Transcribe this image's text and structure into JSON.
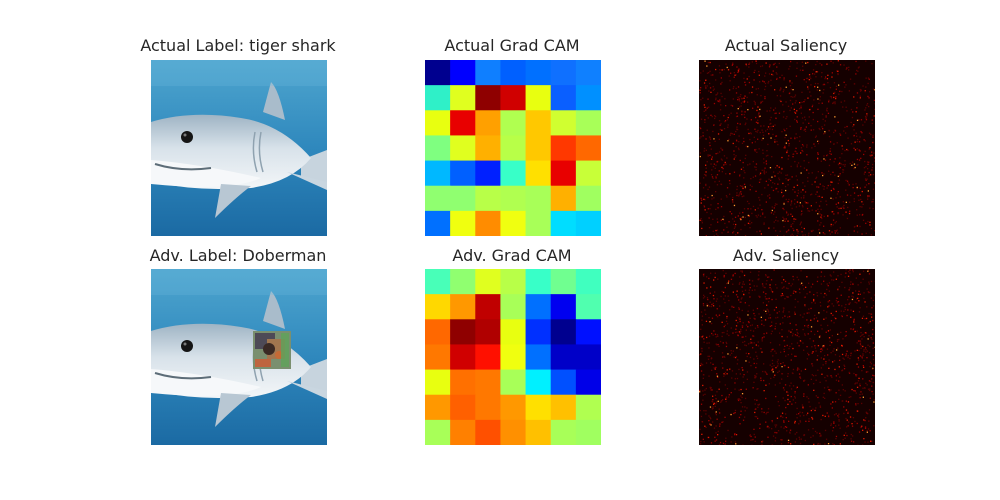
{
  "figure": {
    "panels": [
      {
        "title": "Actual Label: tiger shark",
        "kind": "photo",
        "patch": false
      },
      {
        "title": "Actual Grad CAM",
        "kind": "gradcam",
        "grid": "actual"
      },
      {
        "title": "Actual Saliency",
        "kind": "saliency"
      },
      {
        "title": "Adv. Label: Doberman",
        "kind": "photo",
        "patch": true
      },
      {
        "title": "Adv. Grad CAM",
        "kind": "gradcam",
        "grid": "adv"
      },
      {
        "title": "Adv. Saliency",
        "kind": "saliency"
      }
    ],
    "gradcam": {
      "actual": [
        [
          "#00008f",
          "#0000ff",
          "#0f7fff",
          "#0060ff",
          "#0070ff",
          "#0f70ff",
          "#0f80ff"
        ],
        [
          "#2ff0c8",
          "#e0ff1f",
          "#8f0000",
          "#d00000",
          "#e8ff10",
          "#0a5fff",
          "#0090ff"
        ],
        [
          "#e8ff10",
          "#e80000",
          "#ffa000",
          "#b0ff50",
          "#ffc800",
          "#d0ff30",
          "#a8ff58"
        ],
        [
          "#7fff80",
          "#e0ff1f",
          "#ffb000",
          "#b8ff48",
          "#ffc800",
          "#ff3800",
          "#ff6800"
        ],
        [
          "#00b8ff",
          "#0060ff",
          "#0020ff",
          "#38ffc8",
          "#ffe000",
          "#e80000",
          "#c8ff38"
        ],
        [
          "#90ff70",
          "#90ff70",
          "#b8ff48",
          "#b0ff50",
          "#a8ff58",
          "#ffb000",
          "#a0ff60"
        ],
        [
          "#0070ff",
          "#f0ff0f",
          "#ff8c00",
          "#f0ff10",
          "#a8ff58",
          "#00ddff",
          "#00d0ff"
        ]
      ],
      "adv": [
        [
          "#48ffb8",
          "#90ff70",
          "#e0ff1f",
          "#b8ff48",
          "#38ffc8",
          "#70ff90",
          "#40ffbf"
        ],
        [
          "#ffd800",
          "#ff9800",
          "#c00000",
          "#a8ff58",
          "#0070ff",
          "#0000f0",
          "#50ffaf"
        ],
        [
          "#ff6800",
          "#8f0000",
          "#b00000",
          "#e8ff10",
          "#0030ff",
          "#00008f",
          "#0010ff"
        ],
        [
          "#ff7800",
          "#d00000",
          "#ff1000",
          "#f0ff0f",
          "#0070ff",
          "#0000c8",
          "#0000c8"
        ],
        [
          "#e8ff10",
          "#ff7000",
          "#ff7800",
          "#a8ff58",
          "#00f0ff",
          "#0050ff",
          "#0000e8"
        ],
        [
          "#ff9800",
          "#ff6000",
          "#ff7800",
          "#ff9800",
          "#ffe000",
          "#ffc000",
          "#b0ff50"
        ],
        [
          "#a8ff58",
          "#ff8000",
          "#ff5000",
          "#ff9000",
          "#ffc000",
          "#a8ff58",
          "#a0ff60"
        ]
      ]
    }
  }
}
